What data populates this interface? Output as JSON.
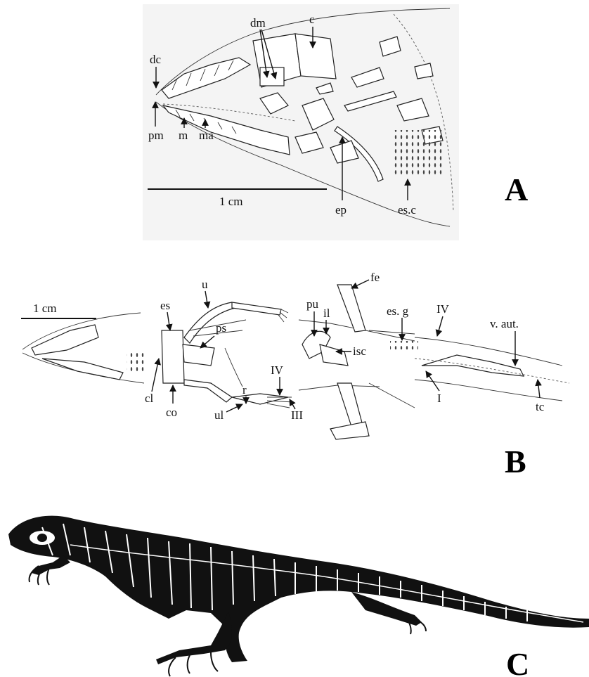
{
  "panels": {
    "a": {
      "letter": "A",
      "scale_label": "1 cm",
      "labels": {
        "dc": "dc",
        "pm": "pm",
        "m": "m",
        "ma": "ma",
        "dm": "dm",
        "c": "c",
        "ep": "ep",
        "es_c": "es.c"
      }
    },
    "b": {
      "letter": "B",
      "scale_label": "1 cm",
      "labels": {
        "es": "es",
        "u": "u",
        "ps": "ps",
        "cl": "cl",
        "co": "co",
        "ul": "ul",
        "r": "r",
        "iv_fore": "IV",
        "iii": "III",
        "fe": "fe",
        "pu": "pu",
        "il": "il",
        "isc": "isc",
        "es_g": "es. g",
        "iv_hind": "IV",
        "v_aut": "v. aut.",
        "i": "I",
        "tc": "tc"
      }
    },
    "c": {
      "letter": "C"
    }
  },
  "colors": {
    "ink": "#111111",
    "background": "#ffffff",
    "panel_a_bg": "#f4f4f4"
  }
}
